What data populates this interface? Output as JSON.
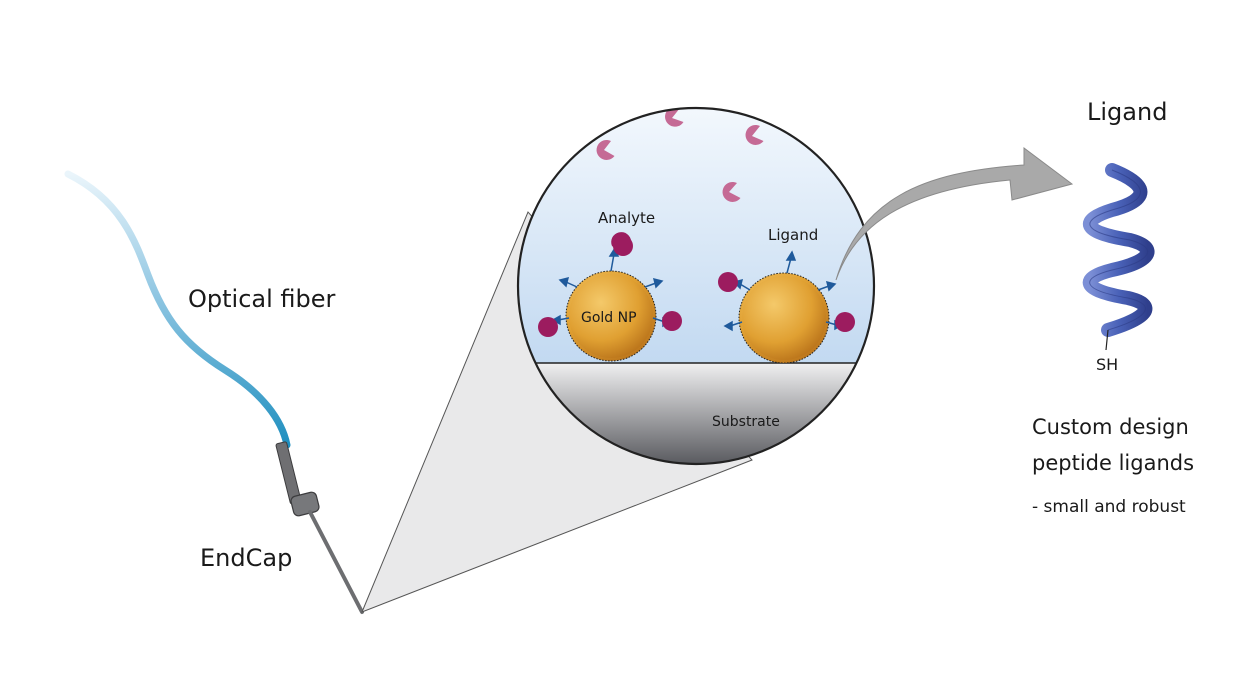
{
  "labels": {
    "optical_fiber": "Optical fiber",
    "endcap": "EndCap",
    "analyte": "Analyte",
    "ligand_small": "Ligand",
    "gold_np": "Gold NP",
    "substrate": "Substrate",
    "ligand_title": "Ligand",
    "sh": "SH",
    "custom_line1": "Custom design",
    "custom_line2": "peptide ligands",
    "custom_note": "- small and robust"
  },
  "colors": {
    "fiber_light": "#d6ebf5",
    "fiber_dark": "#1f8fbf",
    "gold": "#e2a233",
    "gold_dark": "#b9731a",
    "analyte_free": "#c56a95",
    "analyte_bound": "#9c1c5f",
    "ligand_arrow": "#1f5a9c",
    "helix": "#4a62b8",
    "substrate_top": "#e9e9ea",
    "substrate_bottom": "#5d5e63",
    "liquid_top": "#f2f7fd",
    "liquid_bottom": "#c4daf2",
    "pointer_arrow": "#a9a9a9"
  }
}
